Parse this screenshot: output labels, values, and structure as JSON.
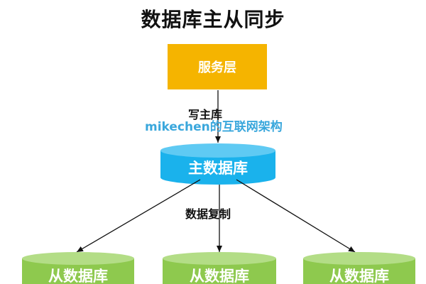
{
  "title": "数据库主从同步",
  "service_layer": {
    "label": "服务层",
    "color": "#f5b400"
  },
  "write_edge": {
    "label": "写主库"
  },
  "watermark": {
    "text": "mikechen的互联网架构",
    "color": "#3aa7dc"
  },
  "master_db": {
    "label": "主数据库",
    "color": "#1ab2ec"
  },
  "replication_edge": {
    "label": "数据复制"
  },
  "slave_dbs": [
    {
      "label": "从数据库",
      "color": "#8ec94e"
    },
    {
      "label": "从数据库",
      "color": "#8ec94e"
    },
    {
      "label": "从数据库",
      "color": "#8ec94e"
    }
  ]
}
